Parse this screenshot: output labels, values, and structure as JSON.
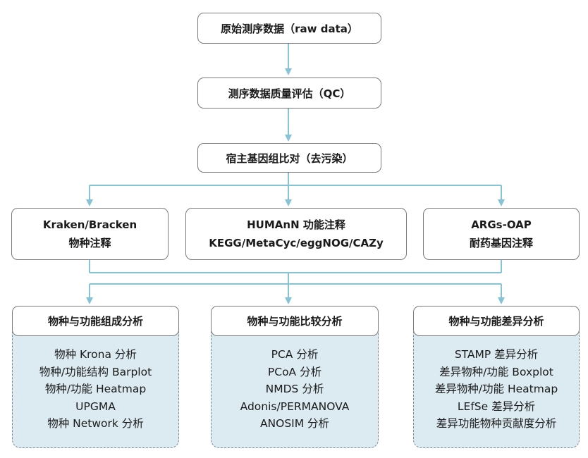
{
  "steps": {
    "raw": "原始测序数据（raw data）",
    "qc": "测序数据质量评估（QC）",
    "host": "宿主基因组比对（去污染）"
  },
  "tools": [
    {
      "line1": "Kraken/Bracken",
      "line2": "物种注释"
    },
    {
      "line1": "HUMAnN 功能注释",
      "line2": "KEGG/MetaCyc/eggNOG/CAZy"
    },
    {
      "line1": "ARGs-OAP",
      "line2": "耐药基因注释"
    }
  ],
  "analyses": [
    {
      "title": "物种与功能组成分析",
      "items": [
        "物种 Krona 分析",
        "物种/功能结构 Barplot",
        "物种/功能 Heatmap",
        "UPGMA",
        "物种 Network 分析"
      ]
    },
    {
      "title": "物种与功能比较分析",
      "items": [
        "PCA 分析",
        "PCoA 分析",
        "NMDS 分析",
        "Adonis/PERMANOVA",
        "ANOSIM 分析"
      ]
    },
    {
      "title": "物种与功能差异分析",
      "items": [
        "STAMP 差异分析",
        "差异物种/功能 Boxplot",
        "差异物种/功能 Heatmap",
        "LEfSe 差异分析",
        "差异功能物种贡献度分析"
      ]
    }
  ],
  "colors": {
    "arrow": "#86c3d6",
    "panel_fill": "#dcebf1",
    "box_border": "#7b7b7b"
  }
}
